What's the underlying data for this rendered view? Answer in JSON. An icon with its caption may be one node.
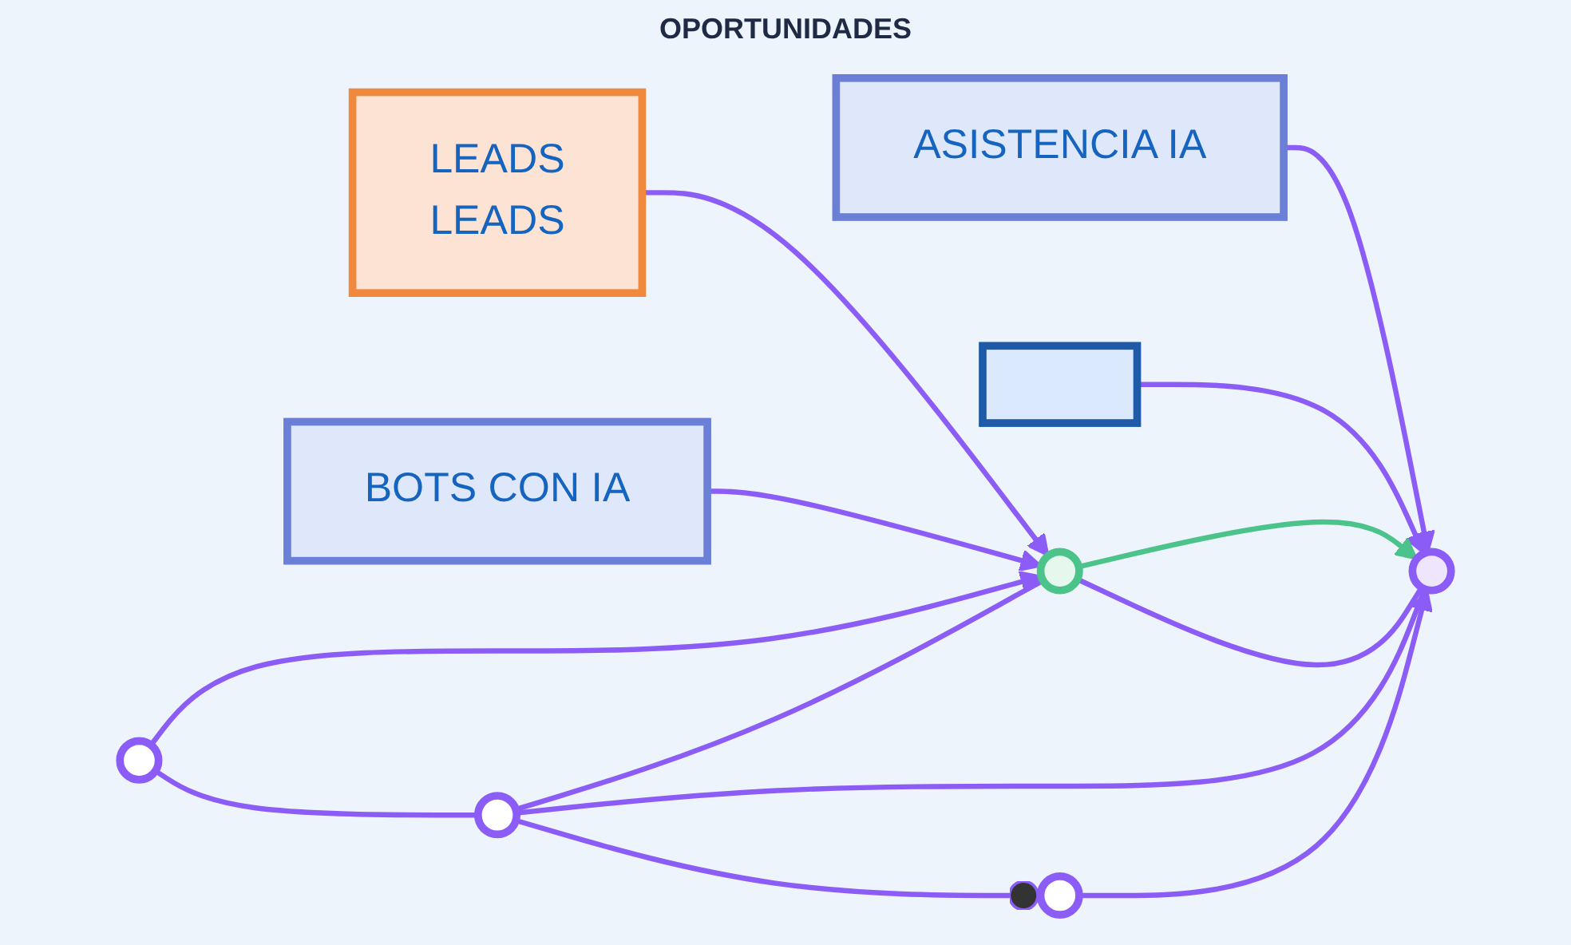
{
  "diagram": {
    "nodes": [
      {
        "text": [
          "LEADS",
          "LEADS"
        ]
      },
      {
        "text": [
          "BOTS CON IA"
        ]
      },
      {
        "text": [
          "ASISTENCIA IA"
        ]
      },
      {
        "text": [],
        "shape": "box"
      },
      {
        "text": [],
        "shape": "circle"
      },
      {
        "text": [],
        "shape": "circle"
      },
      {
        "text": [],
        "shape": "circle"
      },
      {
        "text": [],
        "shape": "circle"
      },
      {
        "text": [],
        "shape": "circle"
      }
    ],
    "edges": [
      {
        "from": 0,
        "to": 4,
        "arrow": "to"
      },
      {
        "from": 1,
        "to": 4,
        "arrow": "to"
      },
      {
        "from": 2,
        "to": 5,
        "arrow": "to"
      },
      {
        "from": 3,
        "to": 5,
        "arrow": "to"
      },
      {
        "from": 4,
        "to": 5,
        "arrow": "to",
        "color": "#4cc38a"
      },
      {
        "from": 4,
        "to": 5,
        "arrow": "none"
      },
      {
        "from": 7,
        "to": 4,
        "arrow": "none"
      },
      {
        "from": 7,
        "to": 5,
        "arrow": "none"
      },
      {
        "from": 6,
        "to": 4,
        "arrow": "to"
      },
      {
        "from": 8,
        "to": 5,
        "arrow": "to"
      },
      {
        "from": 6,
        "to": 7,
        "arrow": "none"
      },
      {
        "from": 7,
        "to": 8,
        "arrow": "other"
      }
    ],
    "labels": [
      "OPORTUNIDADES"
    ]
  }
}
